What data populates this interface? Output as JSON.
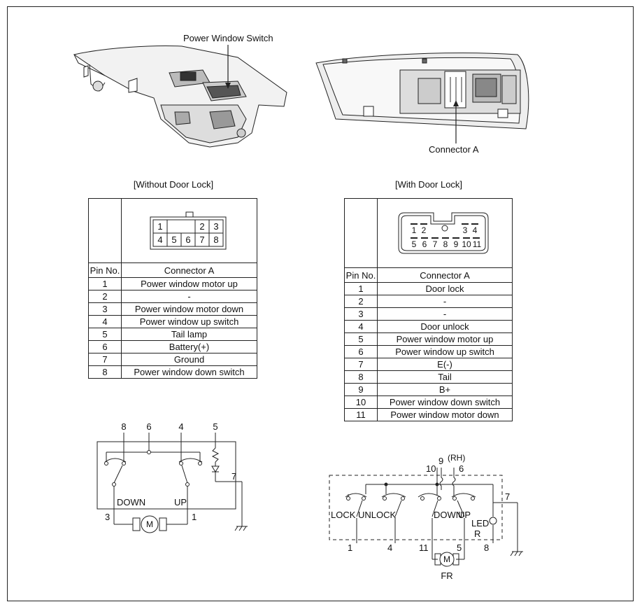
{
  "labels": {
    "power_window_switch": "Power Window Switch",
    "connector_a_callout": "Connector A",
    "without_door_lock": "[Without Door Lock]",
    "with_door_lock": "[With Door Lock]"
  },
  "table_without": {
    "header_pin": "Pin No.",
    "header_connector": "Connector A",
    "rows": [
      {
        "pin": "1",
        "desc": "Power window motor up"
      },
      {
        "pin": "2",
        "desc": "-"
      },
      {
        "pin": "3",
        "desc": "Power window motor down"
      },
      {
        "pin": "4",
        "desc": "Power window up switch"
      },
      {
        "pin": "5",
        "desc": "Tail lamp"
      },
      {
        "pin": "6",
        "desc": "Battery(+)"
      },
      {
        "pin": "7",
        "desc": "Ground"
      },
      {
        "pin": "8",
        "desc": "Power window down switch"
      }
    ],
    "connector_top_pins": [
      "1",
      "2",
      "3"
    ],
    "connector_bottom_pins": [
      "4",
      "5",
      "6",
      "7",
      "8"
    ]
  },
  "table_with": {
    "header_pin": "Pin No.",
    "header_connector": "Connector A",
    "rows": [
      {
        "pin": "1",
        "desc": "Door lock"
      },
      {
        "pin": "2",
        "desc": "-"
      },
      {
        "pin": "3",
        "desc": "-"
      },
      {
        "pin": "4",
        "desc": "Door unlock"
      },
      {
        "pin": "5",
        "desc": "Power window motor up"
      },
      {
        "pin": "6",
        "desc": "Power window up switch"
      },
      {
        "pin": "7",
        "desc": "E(-)"
      },
      {
        "pin": "8",
        "desc": "Tail"
      },
      {
        "pin": "9",
        "desc": "B+"
      },
      {
        "pin": "10",
        "desc": "Power window down switch"
      },
      {
        "pin": "11",
        "desc": "Power window motor down"
      }
    ],
    "connector_top_pins": [
      "1",
      "2",
      "3",
      "4"
    ],
    "connector_bottom_pins": [
      "5",
      "6",
      "7",
      "8",
      "9",
      "10",
      "11"
    ]
  },
  "circuit_left": {
    "pins_top": [
      "8",
      "6",
      "4",
      "5"
    ],
    "pin_right": "7",
    "pins_bottom": [
      "3",
      "1"
    ],
    "down": "DOWN",
    "up": "UP",
    "motor": "M"
  },
  "circuit_right": {
    "pin_9": "9",
    "rh": "(RH)",
    "pin_10": "10",
    "pin_6": "6",
    "pin_7": "7",
    "lock": "LOCK",
    "unlock": "UNLOCK",
    "down": "DOWN",
    "up": "UP",
    "led": "LED",
    "r": "R",
    "pins_bottom": [
      "1",
      "4",
      "11",
      "5",
      "8"
    ],
    "motor": "M",
    "fr": "FR"
  },
  "icons": [
    "power-window-switch-front-illustration",
    "power-window-switch-back-illustration",
    "motor-icon",
    "ground-icon",
    "diode-icon",
    "resistor-icon",
    "led-icon"
  ]
}
